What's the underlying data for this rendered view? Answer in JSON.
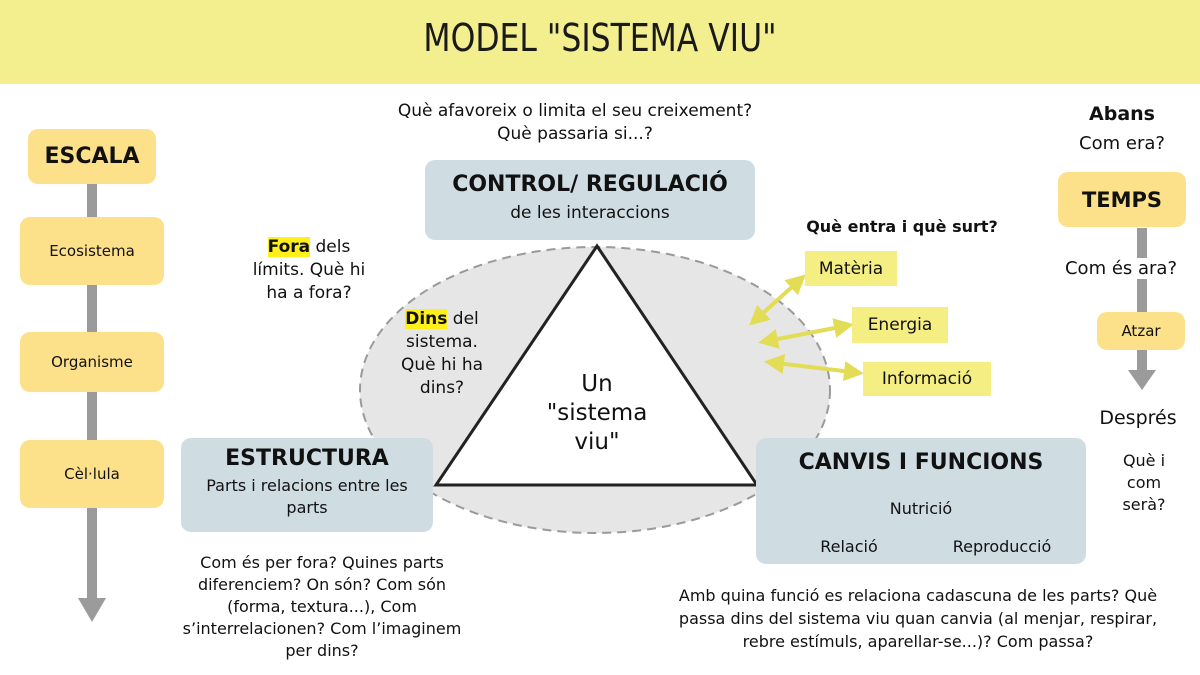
{
  "title": "MODEL \"SISTEMA VIU\"",
  "top_questions": [
    "Què afavoreix o limita el seu creixement?",
    "Què passaria si...?"
  ],
  "control": {
    "title": "CONTROL/ REGULACIÓ",
    "subtitle": "de les interaccions"
  },
  "escala": {
    "title": "ESCALA",
    "levels": [
      "Ecosistema",
      "Organisme",
      "Cèl·lula"
    ]
  },
  "fora": {
    "highlight": "Fora",
    "rest": "dels límits. Què hi ha a fora?"
  },
  "dins": {
    "highlight": "Dins",
    "rest": "del sistema. Què hi ha dins?"
  },
  "center_label": "Un \"sistema viu\"",
  "flows": {
    "question": "Què entra i què surt?",
    "items": [
      "Matèria",
      "Energia",
      "Informació"
    ]
  },
  "estructura": {
    "title": "ESTRUCTURA",
    "subtitle": "Parts i relacions entre les parts",
    "questions": "Com és per fora? Quines parts diferenciem? On són? Com són (forma, textura...), Com s’interrelacionen? Com l’imaginem per dins?"
  },
  "canvis": {
    "title": "CANVIS I FUNCIONS",
    "functions": [
      "Nutrició",
      "Relació",
      "Reproducció"
    ],
    "questions": "Amb quina funció es relaciona cadascuna de les parts? Què passa dins del sistema viu quan canvia (al menjar, respirar, rebre estímuls, aparellar-se...)? Com passa?"
  },
  "temps": {
    "abans": "Abans",
    "com_era": "Com era?",
    "title": "TEMPS",
    "com_es_ara": "Com és ara?",
    "atzar": "Atzar",
    "despres": "Després",
    "com_sera": "Què i com serà?"
  },
  "colors": {
    "header": "#f3ee8e",
    "yellow_box": "#fde18a",
    "blue_box": "#cfdde3",
    "highlight": "#f4ee83",
    "arrow": "#e3dc55",
    "axis": "#9b9b9b"
  }
}
